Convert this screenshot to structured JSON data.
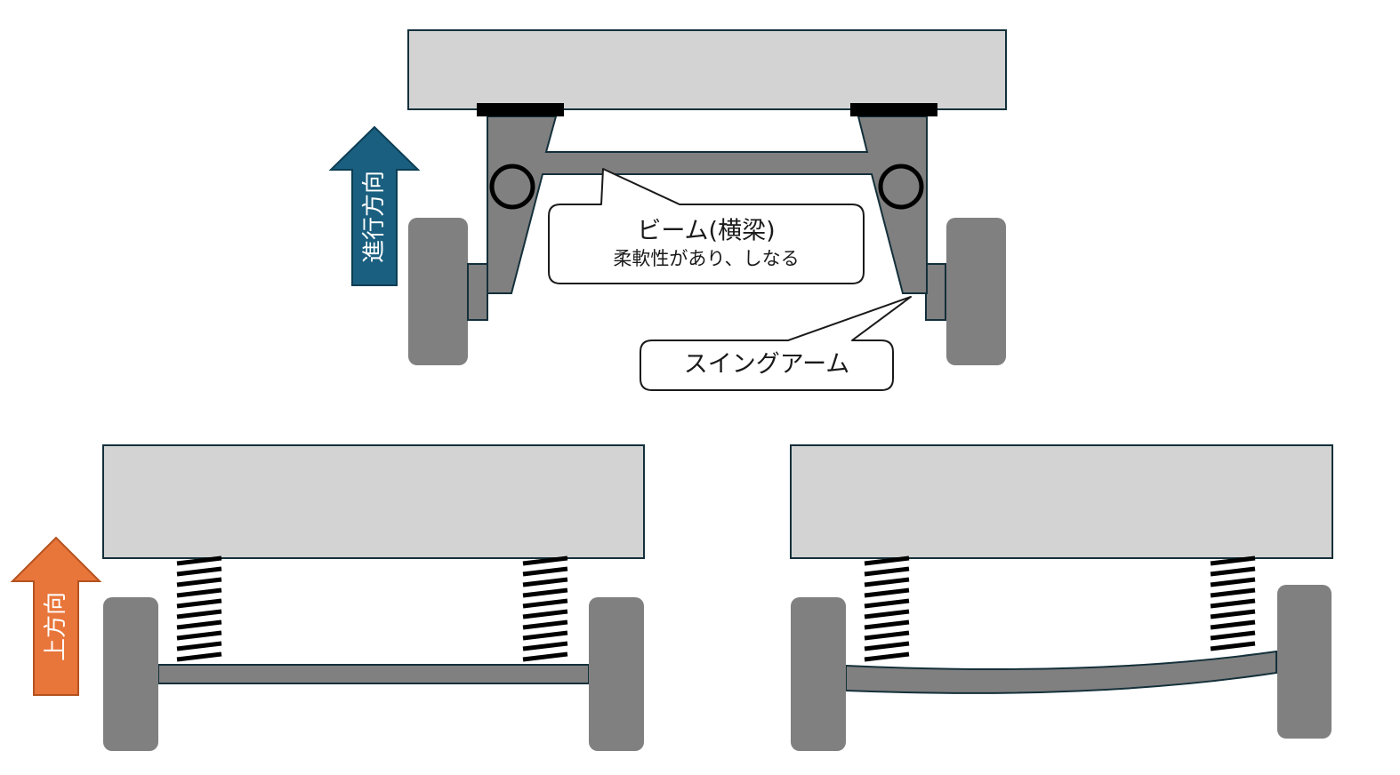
{
  "labels": {
    "direction_of_travel": "進行方向",
    "upward": "上方向",
    "beam_title": "ビーム(横梁)",
    "beam_note": "柔軟性があり、しなる",
    "swing_arm": "スイングアーム"
  },
  "colors": {
    "body_fill": "#d3d3d3",
    "frame_stroke": "#14303a",
    "wheel": "#808080",
    "beam": "#808080",
    "mount": "#000000",
    "arrow_travel": "#1a5f7f",
    "arrow_up": "#e8753a",
    "callout_stroke": "#1a1a1a"
  }
}
